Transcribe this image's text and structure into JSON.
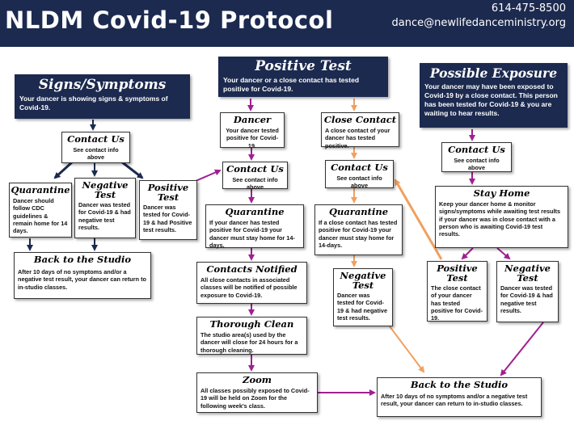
{
  "header": {
    "title": "NLDM Covid-19 Protocol",
    "phone": "614-475-8500",
    "email": "dance@newlifedanceministry.org"
  },
  "colors": {
    "navy": "#1c2a4f",
    "arrow_navy": "#1c2a4f",
    "arrow_purple": "#a0208f",
    "arrow_orange": "#f0a060"
  },
  "signs": {
    "title": "Signs/Symptoms",
    "desc": "Your dancer is showing signs & symptoms of Covid-19.",
    "contact_title": "Contact Us",
    "contact_desc": "See contact info above",
    "quarantine_title": "Quarantine",
    "quarantine_desc": "Dancer should follow CDC guidelines & remain home for 14 days.",
    "negative_title": "Negative Test",
    "negative_desc": "Dancer was tested for Covid-19 & had negative test results.",
    "positive_title": "Positive Test",
    "positive_desc": "Dancer was tested for Covid-19 & had Positive test results.",
    "studio_title": "Back to the Studio",
    "studio_desc": "After 10 days of no symptoms and/or a negative test result, your dancer can return to in-studio classes."
  },
  "positive": {
    "title": "Positive Test",
    "desc": "Your dancer or a close contact has tested positive for Covid-19.",
    "dancer_title": "Dancer",
    "dancer_desc": "Your dancer tested positive for Covid-19.",
    "contact_title": "Contact Us",
    "contact_desc": "See contact info above",
    "quarantine_title": "Quarantine",
    "quarantine_desc": "If your dancer has tested positive for Covid-19 your dancer must stay home for 14-days.",
    "notified_title": "Contacts Notified",
    "notified_desc": "All close contacts in associated classes will be notified of possible exposure to Covid-19.",
    "clean_title": "Thorough Clean",
    "clean_desc": "The studio area(s) used by the dancer will close for 24 hours for a thorough cleaning.",
    "zoom_title": "Zoom",
    "zoom_desc": "All classes possibly exposed to Covid-19 will be held on Zoom for the following week's class.",
    "close_title": "Close Contact",
    "close_desc": "A close contact of your dancer has tested positive.",
    "close_contact_title": "Contact Us",
    "close_contact_desc": "See contact info above",
    "close_quarantine_title": "Quarantine",
    "close_quarantine_desc": "If a close contact has tested positive for Covid-19 your dancer must stay home for 14-days.",
    "close_negative_title": "Negative Test",
    "close_negative_desc": "Dancer was tested for Covid-19 & had negative test results."
  },
  "exposure": {
    "title": "Possible Exposure",
    "desc": "Your dancer may have been exposed to Covid-19 by a close contact. This person has been tested for Covid-19 & you are waiting to hear results.",
    "contact_title": "Contact Us",
    "contact_desc": "See contact info above",
    "stay_title": "Stay Home",
    "stay_desc": "Keep your dancer home & monitor signs/symptoms while awaiting test results if your dancer was in close contact with a person who is awaiting Covid-19 test results.",
    "positive_title": "Positive Test",
    "positive_desc": "The close contact of your dancer has tested positive for Covid-19.",
    "negative_title": "Negative Test",
    "negative_desc": "Dancer was tested for Covid-19 & had negative test results."
  },
  "final": {
    "title": "Back to the Studio",
    "desc": "After 10 days of no symptoms and/or a negative test result, your dancer can return to in-studio classes."
  }
}
